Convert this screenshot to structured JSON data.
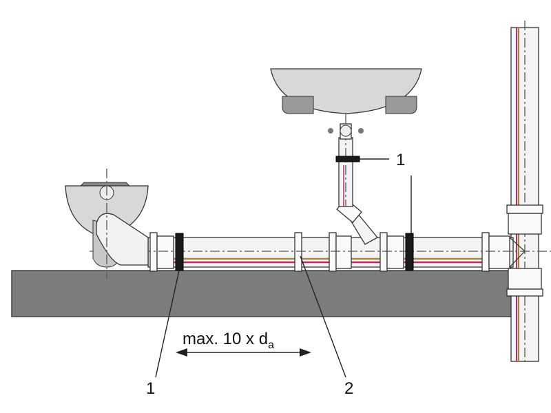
{
  "labels": {
    "fixing_point_left": "1",
    "fixing_point_top": "1",
    "sliding_bracket": "2",
    "distance_prefix": "max. 10 x d",
    "distance_subscript": "a"
  },
  "colors": {
    "slab": "#7c7c7c",
    "ring": "#1a1a1a",
    "stripe_magenta": "#d0206a",
    "stripe_olive": "#9a8a3a"
  }
}
